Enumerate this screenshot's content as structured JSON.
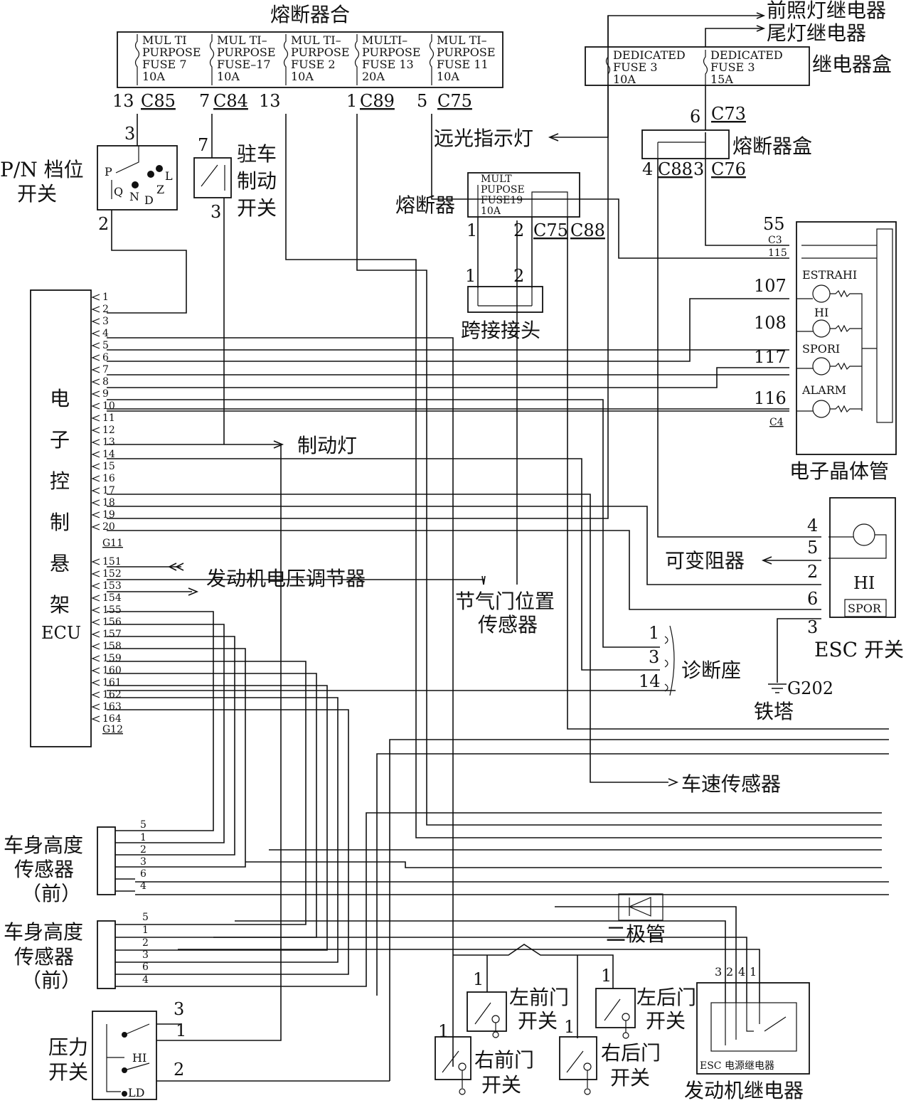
{
  "fuse_junction": {
    "title": "熔断器合",
    "fuses": [
      {
        "l1": "MUL TI",
        "l2": "PURPOSE",
        "l3": "FUSE 7",
        "amp": "10A"
      },
      {
        "l1": "MUL TI–",
        "l2": "PURPOSE",
        "l3": "FUSE–17",
        "amp": "10A"
      },
      {
        "l1": "MUL TI–",
        "l2": "PURPOSE",
        "l3": "FUSE 2",
        "amp": "10A"
      },
      {
        "l1": "MULTI–",
        "l2": "PURPOSE",
        "l3": "FUSE 13",
        "amp": "20A"
      },
      {
        "l1": "MUL TI–",
        "l2": "PURPOSE",
        "l3": "FUSE 11",
        "amp": "10A"
      }
    ],
    "pins": [
      "13",
      "7",
      "13",
      "1",
      "5"
    ],
    "connectors": [
      "C85",
      "C84",
      "C89",
      "C75"
    ]
  },
  "relay_box": {
    "title": "继电器盒",
    "relay1": "前照灯继电器",
    "relay2": "尾灯继电器",
    "fuses": [
      {
        "l1": "DEDICATED",
        "l2": "FUSE 3",
        "amp": "10A"
      },
      {
        "l1": "DEDICATED",
        "l2": "FUSE 3",
        "amp": "15A"
      }
    ]
  },
  "fuse_box": {
    "title": "熔断器盒",
    "pin_top": "6",
    "conn_top": "C73",
    "pin_l": "4",
    "conn_l": "C88",
    "pin_r": "3",
    "conn_r": "C76"
  },
  "high_beam": "远光指示灯",
  "fuse19": {
    "title": "熔断器",
    "l1": "MULT",
    "l2": "PUPOSE",
    "l3": "FUSE19",
    "amp": "10A",
    "pin1": "1",
    "pin2": "2",
    "conn1": "C75",
    "conn2": "C88"
  },
  "jumper": {
    "title": "跨接接头",
    "pin1": "1",
    "pin2": "2"
  },
  "pn_switch": {
    "title1": "P/N 档位",
    "title2": "开关",
    "pin_top": "3",
    "pin_bot": "2",
    "pos_p": "P",
    "pos_l": "L",
    "pos_q": "Q",
    "pos_n": "N",
    "pos_d": "D",
    "pos_z": "Z"
  },
  "park_brake": {
    "title1": "驻车",
    "title2": "制动",
    "title3": "开关",
    "pin_top": "7",
    "pin_bot": "3"
  },
  "ecu": {
    "title": [
      "电",
      "子",
      "控",
      "制",
      "悬",
      "架"
    ],
    "title_en": "ECU",
    "pins_g11": [
      "1",
      "2",
      "3",
      "4",
      "5",
      "6",
      "7",
      "8",
      "9",
      "10",
      "11",
      "12",
      "13",
      "14",
      "15",
      "16",
      "17",
      "18",
      "19",
      "20"
    ],
    "g11": "G11",
    "pins_g12": [
      "151",
      "152",
      "153",
      "154",
      "155",
      "156",
      "157",
      "158",
      "159",
      "160",
      "161",
      "162",
      "163",
      "164"
    ],
    "g12": "G12"
  },
  "brake_light": "制动灯",
  "alternator": "发动机电压调节器",
  "throttle1": "节气门位置",
  "throttle2": "传感器",
  "transistor": {
    "title": "电子晶体管",
    "pins": [
      "55",
      "115",
      "107",
      "108",
      "117",
      "116"
    ],
    "c3": "C3",
    "c4": "C4",
    "labels": [
      "ESTRAHI",
      "HI",
      "SPORI",
      "ALARM"
    ]
  },
  "esc": {
    "title": "ESC 开关",
    "pins": [
      "4",
      "5",
      "2",
      "6",
      "3"
    ],
    "hi": "HI",
    "spor": "SPOR",
    "rheostat": "可变阻器"
  },
  "diag": {
    "title": "诊断座",
    "pins": [
      "1",
      "3",
      "14"
    ]
  },
  "ground": {
    "label": "G202",
    "tower": "铁塔"
  },
  "speed_sensor": "车速传感器",
  "height_front1": {
    "l1": "车身高度",
    "l2": "传感器",
    "l3": "（前）",
    "pins": [
      "5",
      "1",
      "2",
      "3",
      "6",
      "4"
    ]
  },
  "height_front2": {
    "l1": "车身高度",
    "l2": "传感器",
    "l3": "（前）",
    "pins": [
      "5",
      "1",
      "2",
      "3",
      "6",
      "4"
    ]
  },
  "pressure": {
    "l1": "压力",
    "l2": "开关",
    "pins": [
      "3",
      "1",
      "2"
    ],
    "hi": "HI",
    "ld": "LD"
  },
  "diode": "二极管",
  "doors": {
    "lf1": "左前门",
    "lf2": "开关",
    "lr1": "左后门",
    "lr2": "开关",
    "rf1": "右前门",
    "rf2": "开关",
    "rr1": "右后门",
    "rr2": "开关",
    "pin": "1"
  },
  "engine_relay": {
    "title": "发动机继电器",
    "inner": "ESC 电源继电器",
    "pins": [
      "3",
      "2",
      "4",
      "1"
    ]
  }
}
